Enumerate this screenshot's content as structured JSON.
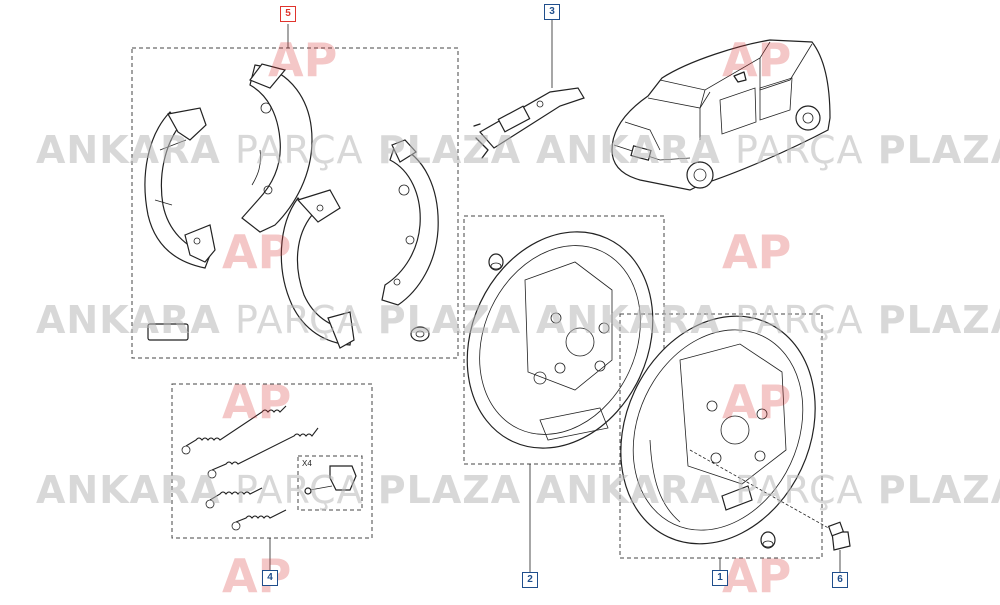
{
  "watermark": {
    "word1": "ANKARA",
    "word2": "PARÇA",
    "word3": "PLAZA",
    "logo_letters": "AP",
    "logo_color": "#d93a3a"
  },
  "callouts": [
    {
      "id": "1",
      "label": "1"
    },
    {
      "id": "2",
      "label": "2"
    },
    {
      "id": "3",
      "label": "3"
    },
    {
      "id": "4",
      "label": "4"
    },
    {
      "id": "5",
      "label": "5",
      "highlighted": true
    },
    {
      "id": "6",
      "label": "6"
    }
  ],
  "quantity_label": "X4",
  "colors": {
    "callout_border": "#1f4e8c",
    "highlight": "#e0342d",
    "line": "#222222",
    "dash": "#444444"
  }
}
